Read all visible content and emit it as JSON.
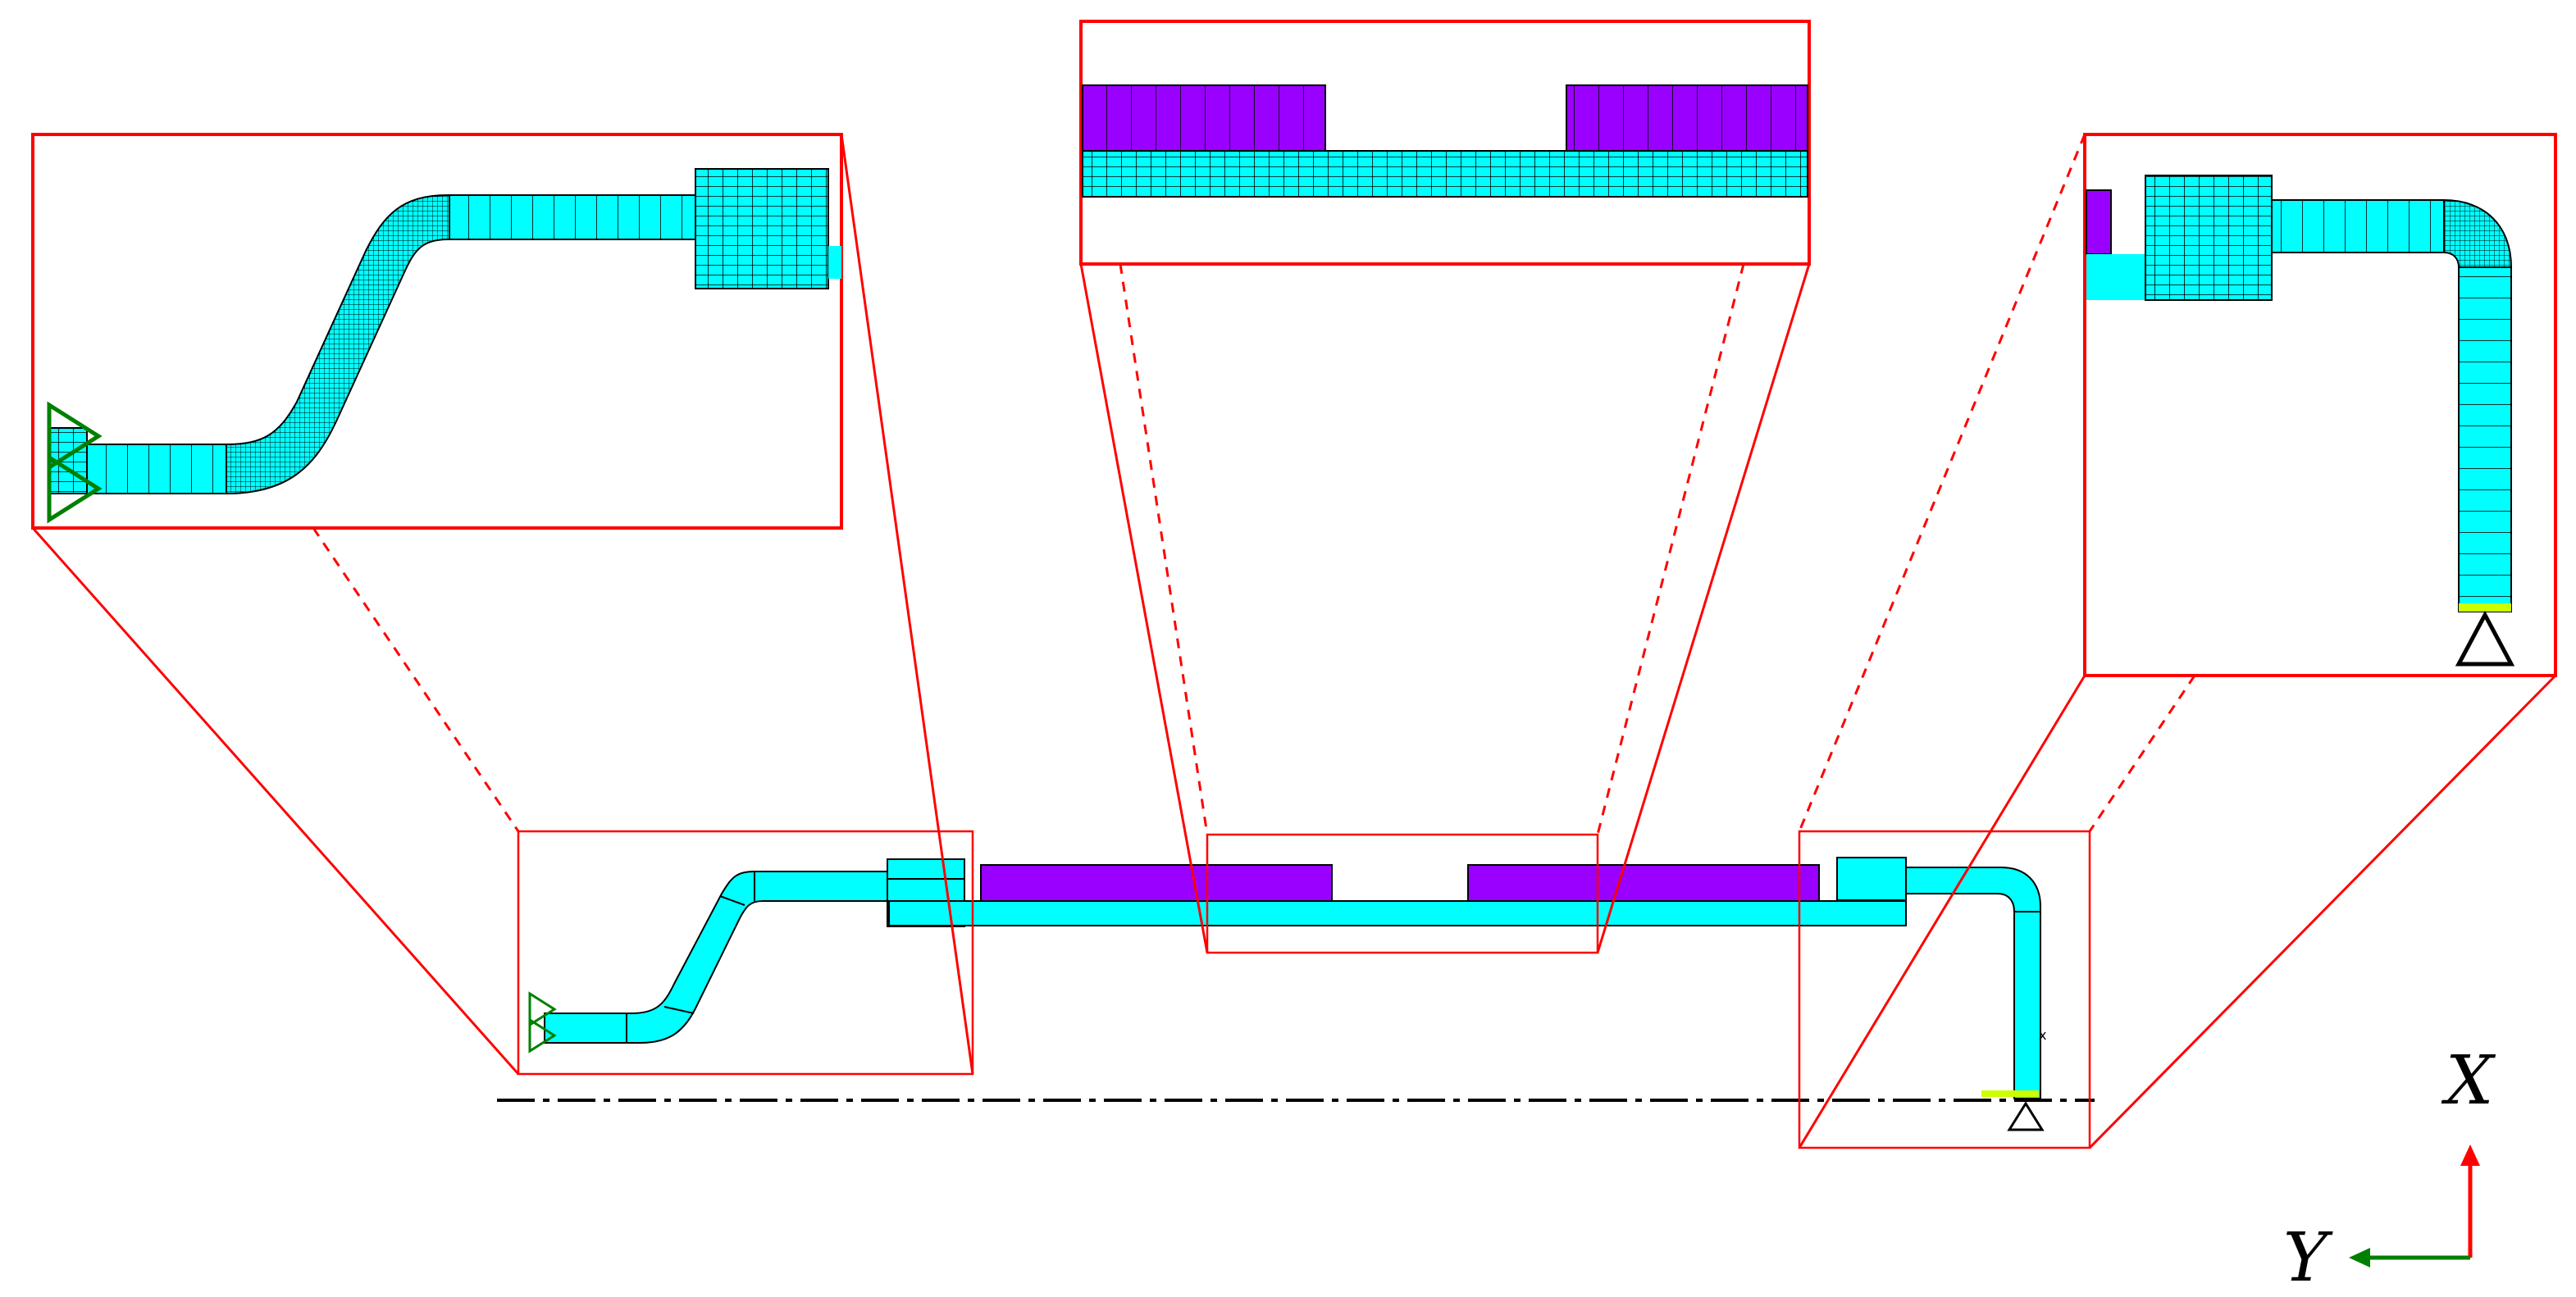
{
  "figure": {
    "colors": {
      "pipe": "#00ffff",
      "load_block": "#9900ff",
      "frame": "#ff0000",
      "mesh_line": "#000000",
      "support_green": "#008000",
      "support_black": "#000000",
      "x_axis_arrow": "#ff0000",
      "y_axis_arrow": "#008000",
      "symmetry_line": "#000000",
      "highlight": "#ccff00"
    },
    "axes": {
      "x_label": "X",
      "y_label": "Y"
    },
    "node_marker": "x"
  }
}
